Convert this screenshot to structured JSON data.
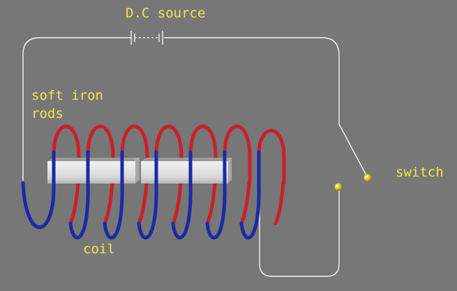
{
  "labels": {
    "source": "D.C source",
    "rods_line1": "soft iron",
    "rods_line2": "rods",
    "switch": "switch",
    "coil": "coil"
  },
  "colors": {
    "background": "#777777",
    "wire": "#f4f4f4",
    "coil_front": "#1a2aa6",
    "coil_back": "#c8202a",
    "rod": "#dcdcdc",
    "contact": "#e8d030",
    "label": "#f2e64a"
  },
  "coil_turns": 7
}
